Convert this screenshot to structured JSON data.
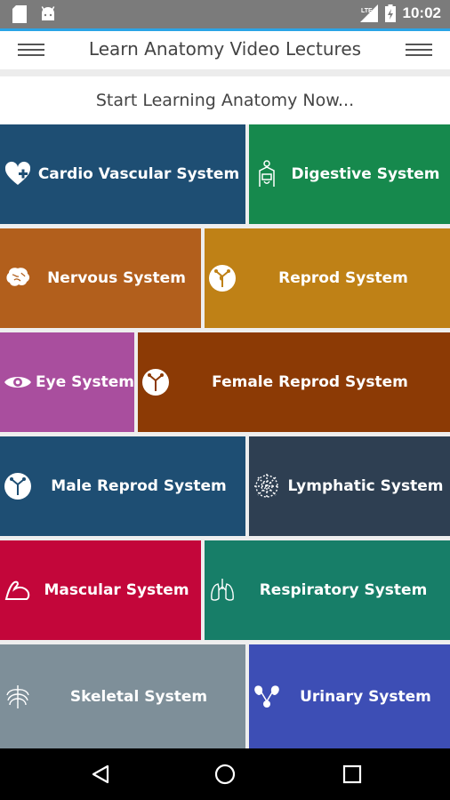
{
  "status_bar": {
    "time": "10:02"
  },
  "app_bar": {
    "title": "Learn Anatomy Video Lectures"
  },
  "subtitle": "Start Learning Anatomy Now...",
  "tiles": [
    {
      "label": "Cardio Vascular System",
      "color": "#1e4e73",
      "icon": "heart-plus-icon"
    },
    {
      "label": "Digestive System",
      "color": "#16894d",
      "icon": "digestive-icon"
    },
    {
      "label": "Nervous System",
      "color": "#b25f1c",
      "icon": "brain-icon"
    },
    {
      "label": "Reprod System",
      "color": "#bf8116",
      "icon": "reproductive-icon"
    },
    {
      "label": "Eye System",
      "color": "#a94e9e",
      "icon": "eye-icon"
    },
    {
      "label": "Female Reprod System",
      "color": "#8c3a05",
      "icon": "female-reproductive-icon"
    },
    {
      "label": "Male Reprod System",
      "color": "#1e4e73",
      "icon": "male-reproductive-icon"
    },
    {
      "label": "Lymphatic System",
      "color": "#2e3f52",
      "icon": "lymphatic-icon"
    },
    {
      "label": "Mascular System",
      "color": "#c3063a",
      "icon": "muscle-icon"
    },
    {
      "label": "Respiratory System",
      "color": "#177e68",
      "icon": "lungs-icon"
    },
    {
      "label": "Skeletal System",
      "color": "#7e8f99",
      "icon": "ribcage-icon"
    },
    {
      "label": "Urinary System",
      "color": "#3d4eb5",
      "icon": "kidney-icon"
    }
  ]
}
